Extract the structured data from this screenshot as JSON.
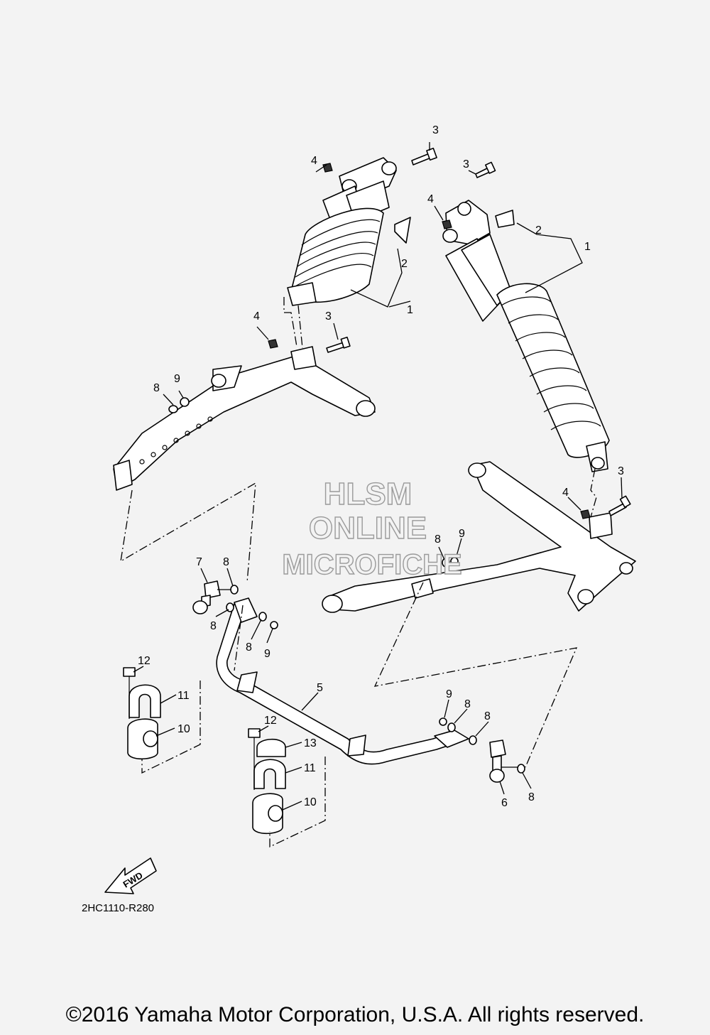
{
  "diagram_code": "2HC1110-R280",
  "copyright": "©2016 Yamaha Motor Corporation, U.S.A. All rights reserved.",
  "watermark": {
    "line1": "HLSM",
    "line2": "ONLINE",
    "line3": "MICROFICHE"
  },
  "fwd_label": "FWD",
  "callouts": [
    "1",
    "2",
    "3",
    "4",
    "5",
    "6",
    "7",
    "8",
    "9",
    "10",
    "11",
    "12",
    "13"
  ]
}
